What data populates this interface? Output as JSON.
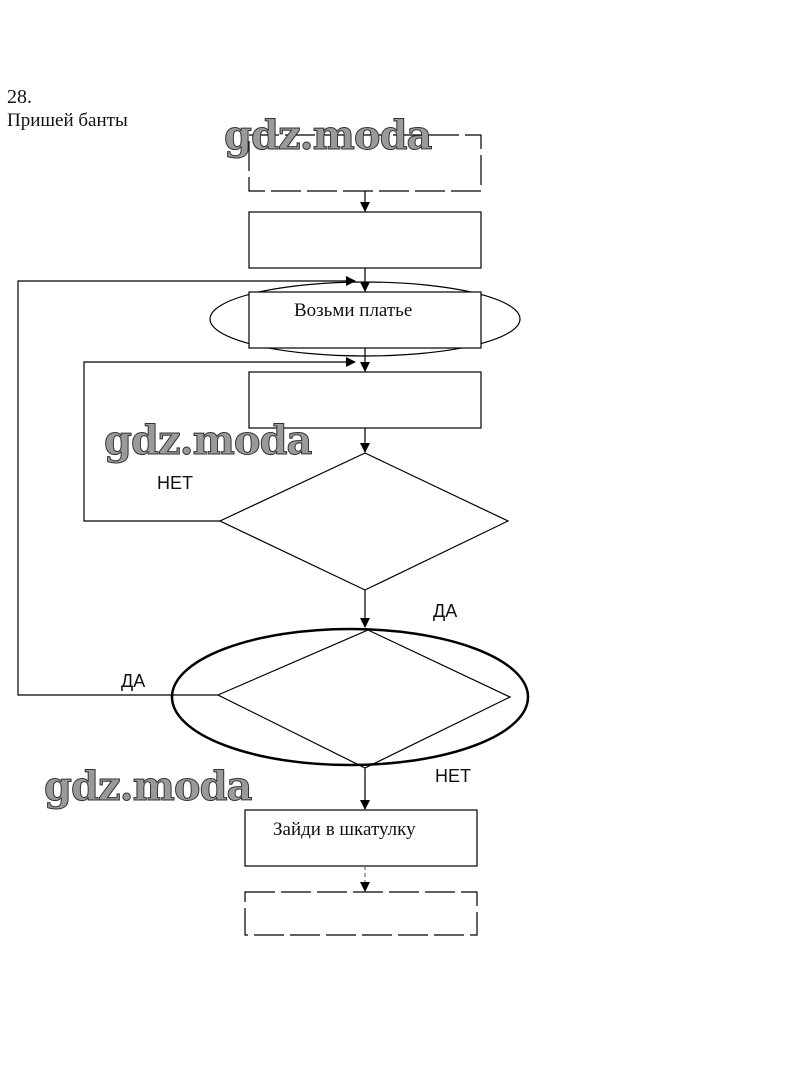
{
  "task_number": "28.",
  "title": "Пришей банты",
  "blocks": {
    "take_dress": "Возьми платье",
    "go_to_box": "Зайди в шкатулку"
  },
  "labels": {
    "no_1": "НЕТ",
    "yes_1": "ДА",
    "yes_2": "ДА",
    "no_2": "НЕТ"
  },
  "watermark": "gdz.moda"
}
